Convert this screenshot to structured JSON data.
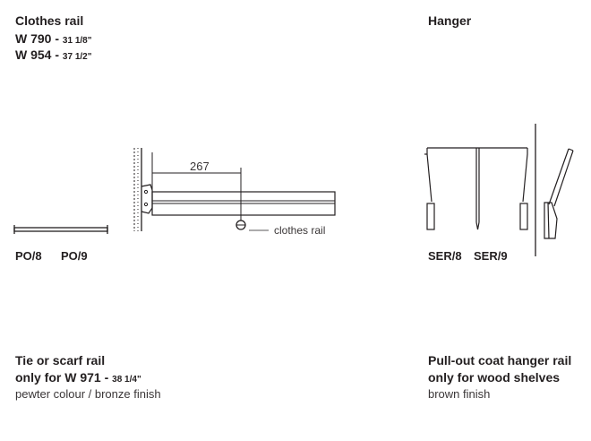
{
  "clothes_rail": {
    "title": "Clothes rail",
    "line1_code": "W 790",
    "line1_sep": " - ",
    "line1_size": "31 1/8\"",
    "line2_code": "W 954",
    "line2_sep": " - ",
    "line2_size": "37 1/2\"",
    "variant_left": "PO/8",
    "variant_right": "PO/9",
    "dimension": "267",
    "callout": "clothes rail"
  },
  "hanger": {
    "title": "Hanger",
    "variant_left": "SER/8",
    "variant_right": "SER/9"
  },
  "tie_rail": {
    "line1": "Tie or scarf rail",
    "line2_prefix": "only for W 971",
    "line2_sep": " - ",
    "line2_size": "38 1/4\"",
    "line3": "pewter colour / bronze finish"
  },
  "pullout": {
    "line1": "Pull-out coat hanger rail",
    "line2": "only for wood shelves",
    "line3": "brown finish"
  }
}
